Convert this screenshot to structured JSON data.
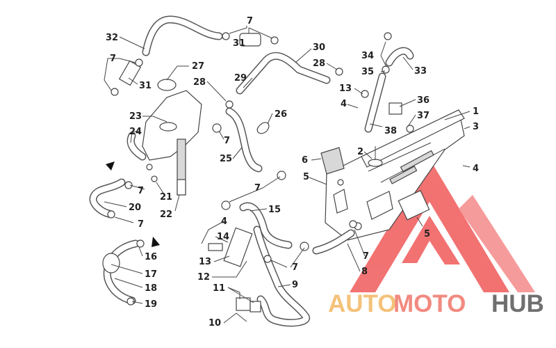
{
  "labels": {
    "l1": "1",
    "l2": "2",
    "l3": "3",
    "l4a": "4",
    "l4b": "4",
    "l4c": "4",
    "l5a": "5",
    "l5b": "5",
    "l6": "6",
    "l7a": "7",
    "l7b": "7",
    "l7c": "7",
    "l7d": "7",
    "l7e": "7",
    "l7f": "7",
    "l7g": "7",
    "l7h": "7",
    "l8": "8",
    "l9": "9",
    "l10": "10",
    "l11": "11",
    "l12": "12",
    "l13a": "13",
    "l13b": "13",
    "l14": "14",
    "l15": "15",
    "l16": "16",
    "l17": "17",
    "l18": "18",
    "l19": "19",
    "l20": "20",
    "l21": "21",
    "l22": "22",
    "l23": "23",
    "l24": "24",
    "l25": "25",
    "l26": "26",
    "l27": "27",
    "l28a": "28",
    "l28b": "28",
    "l29": "29",
    "l30": "30",
    "l31a": "31",
    "l31b": "31",
    "l32": "32",
    "l33": "33",
    "l34": "34",
    "l35": "35",
    "l36": "36",
    "l37": "37",
    "l38": "38"
  },
  "watermark": {
    "auto": "AUTO",
    "moto": "MOTO",
    "hub": "HUB",
    "colors": {
      "auto": "#f4c27a",
      "moto": "#f28a80",
      "hub": "#6f6f6f",
      "logo": "#f05a5a"
    }
  }
}
